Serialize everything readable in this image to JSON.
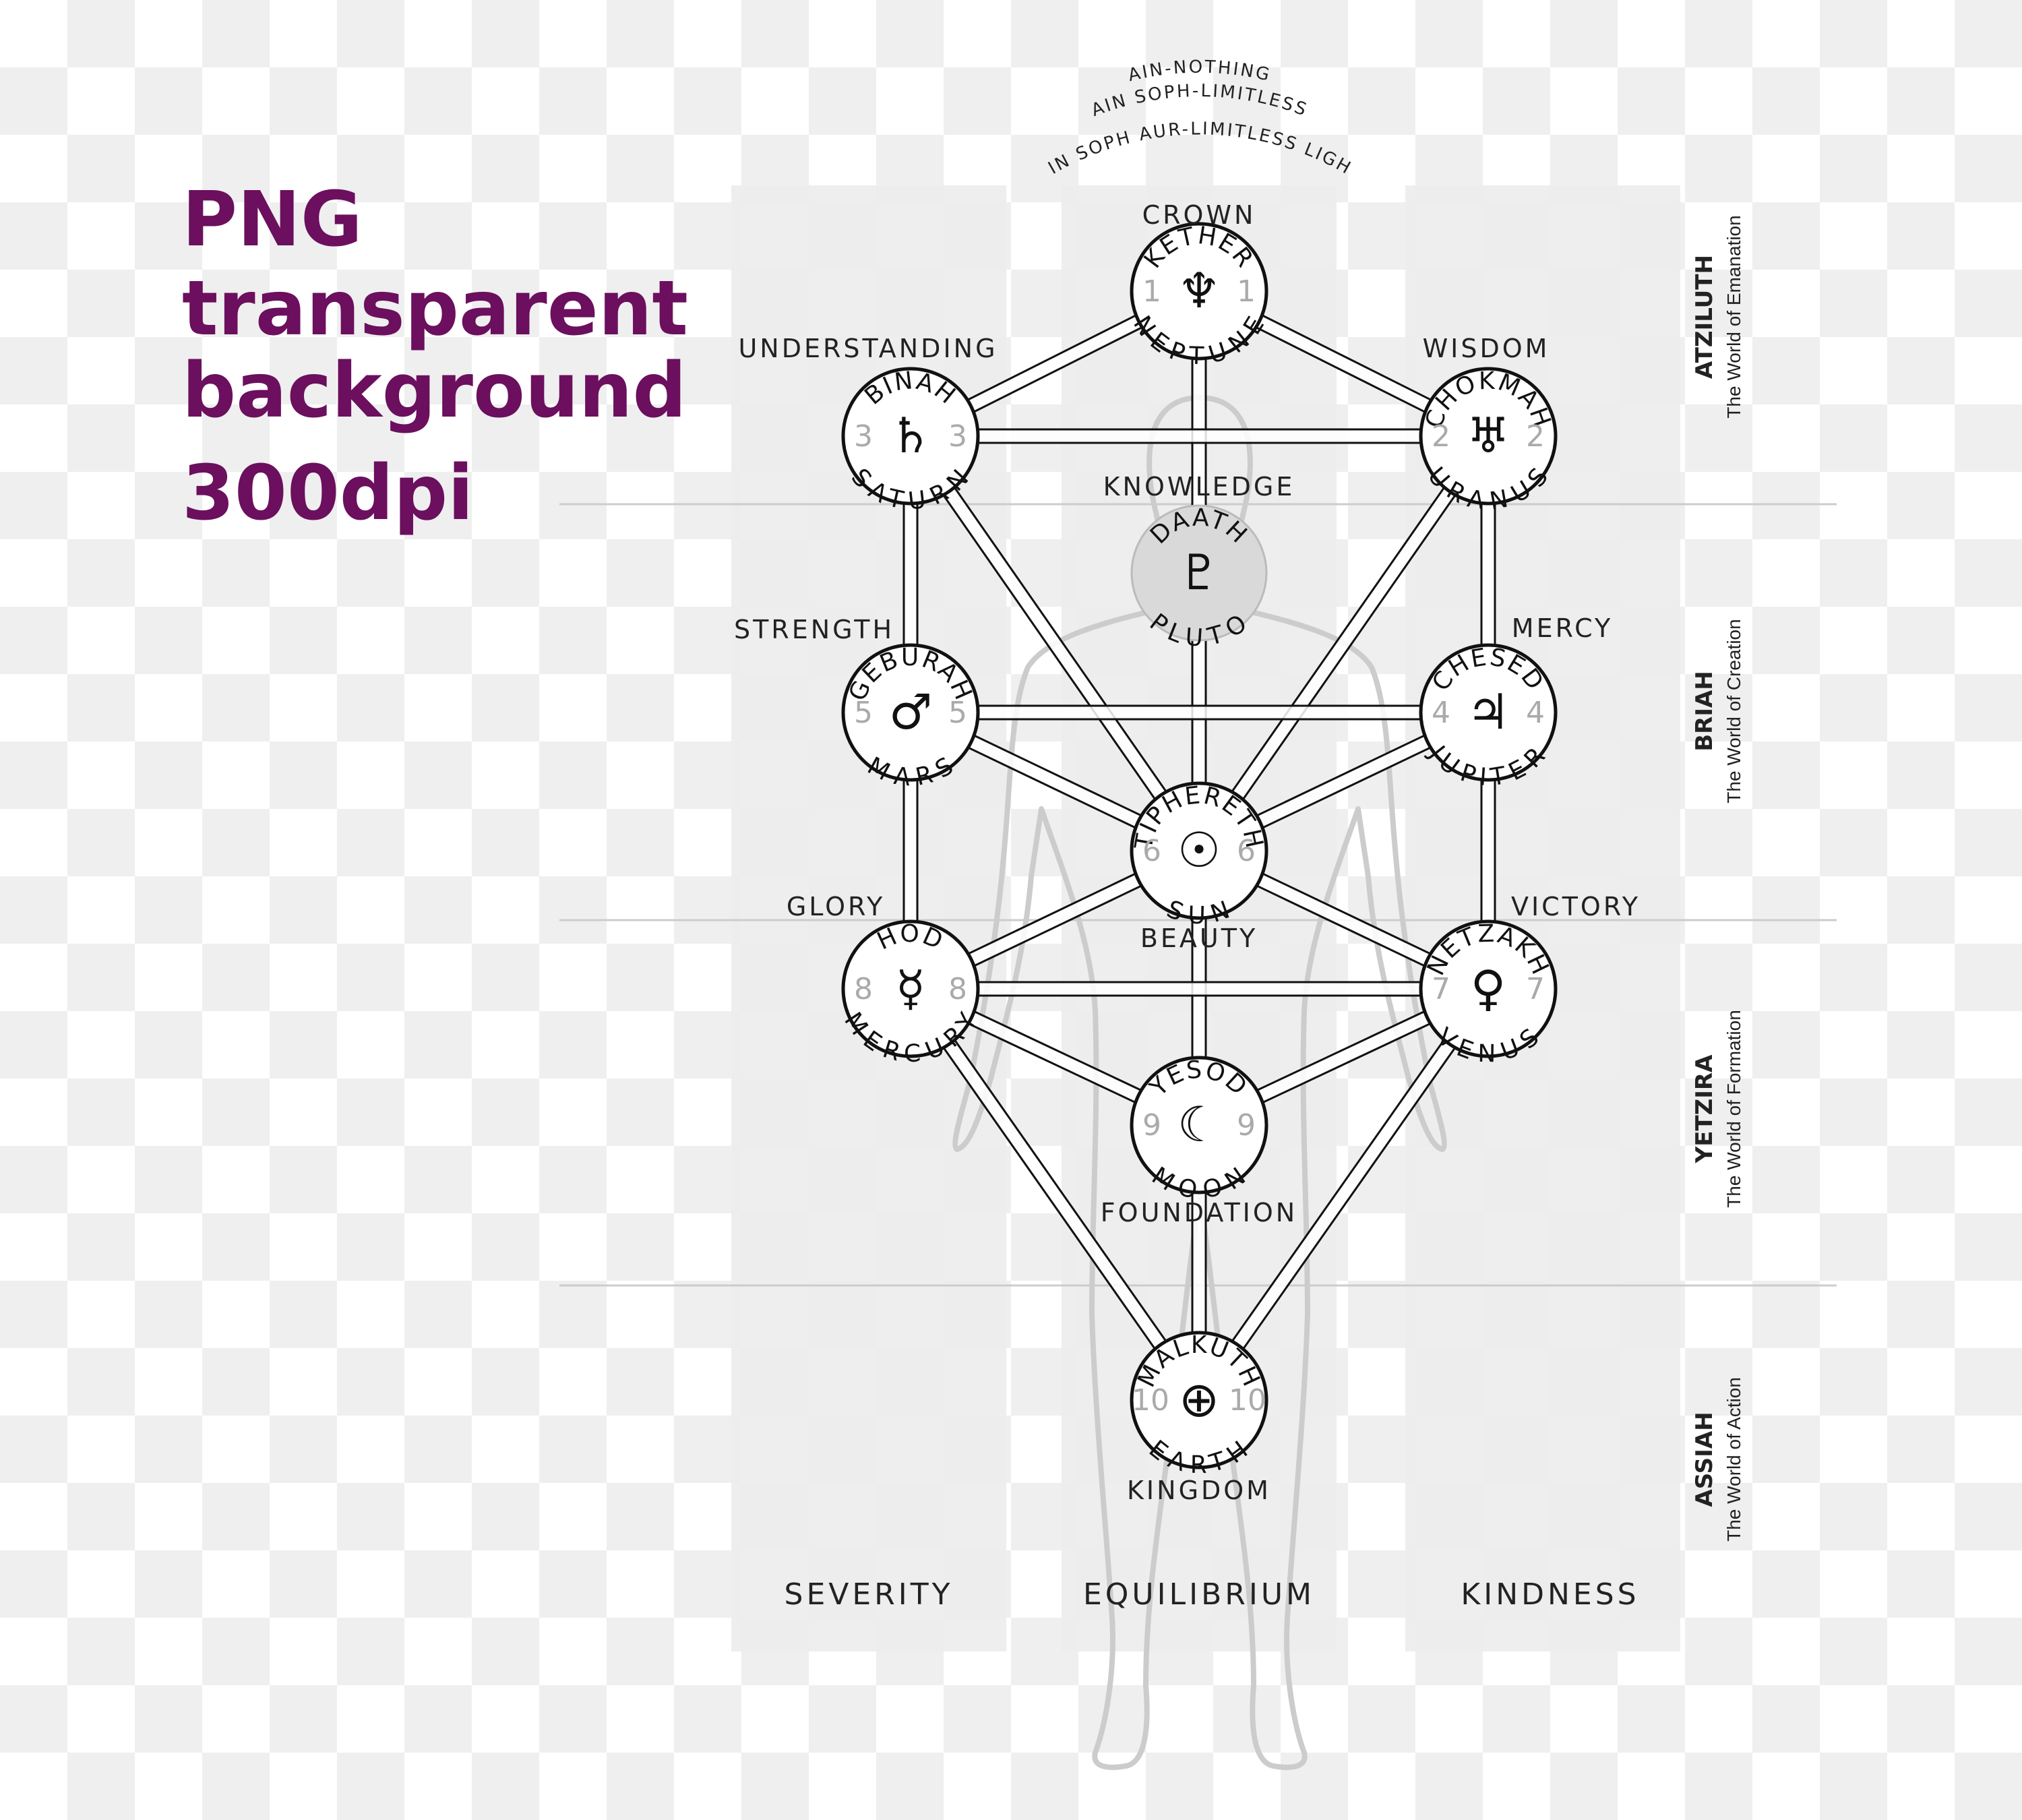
{
  "promo": {
    "line1": "PNG",
    "line2": "transparent",
    "line3": "background",
    "line4": "300dpi"
  },
  "ain": {
    "line1": "AIN-NOTHING",
    "line2": "AIN SOPH-LIMITLESS",
    "line3": "AIN SOPH AUR-LIMITLESS LIGHT"
  },
  "pillars": {
    "left": "SEVERITY",
    "middle": "EQUILIBRIUM",
    "right": "KINDNESS"
  },
  "worlds": [
    {
      "name": "ATZILUTH",
      "subtitle": "The World of Emanation"
    },
    {
      "name": "BRIAH",
      "subtitle": "The World of Creation"
    },
    {
      "name": "YETZIRA",
      "subtitle": "The World of Formation"
    },
    {
      "name": "ASSIAH",
      "subtitle": "The World of Action"
    }
  ],
  "sephirot": [
    {
      "id": "kether",
      "label": "CROWN",
      "name": "KETHER",
      "planet": "NEPTUNE",
      "number": "1",
      "symbol": "♆",
      "shaded": false
    },
    {
      "id": "chokmah",
      "label": "WISDOM",
      "name": "CHOKMAH",
      "planet": "URANUS",
      "number": "2",
      "symbol": "♅",
      "shaded": false
    },
    {
      "id": "binah",
      "label": "UNDERSTANDING",
      "name": "BINAH",
      "planet": "SATURN",
      "number": "3",
      "symbol": "♄",
      "shaded": false
    },
    {
      "id": "daath",
      "label": "KNOWLEDGE",
      "name": "DAATH",
      "planet": "PLUTO",
      "number": "",
      "symbol": "♇",
      "shaded": true
    },
    {
      "id": "chesed",
      "label": "MERCY",
      "name": "CHESED",
      "planet": "JUPITER",
      "number": "4",
      "symbol": "♃",
      "shaded": false
    },
    {
      "id": "geburah",
      "label": "STRENGTH",
      "name": "GEBURAH",
      "planet": "MARS",
      "number": "5",
      "symbol": "♂",
      "shaded": false
    },
    {
      "id": "tiphereth",
      "label": "BEAUTY",
      "name": "TIPHERETH",
      "planet": "SUN",
      "number": "6",
      "symbol": "☉",
      "shaded": false
    },
    {
      "id": "netzakh",
      "label": "VICTORY",
      "name": "NETZAKH",
      "planet": "VENUS",
      "number": "7",
      "symbol": "♀",
      "shaded": false
    },
    {
      "id": "hod",
      "label": "GLORY",
      "name": "HOD",
      "planet": "MERCURY",
      "number": "8",
      "symbol": "☿",
      "shaded": false
    },
    {
      "id": "yesod",
      "label": "FOUNDATION",
      "name": "YESOD",
      "planet": "MOON",
      "number": "9",
      "symbol": "☾",
      "shaded": false
    },
    {
      "id": "malkuth",
      "label": "KINGDOM",
      "name": "MALKUTH",
      "planet": "EARTH",
      "number": "10",
      "symbol": "⊕",
      "shaded": false
    }
  ],
  "paths": [
    [
      "kether",
      "chokmah"
    ],
    [
      "kether",
      "binah"
    ],
    [
      "kether",
      "tiphereth"
    ],
    [
      "chokmah",
      "binah"
    ],
    [
      "chokmah",
      "chesed"
    ],
    [
      "chokmah",
      "tiphereth"
    ],
    [
      "binah",
      "geburah"
    ],
    [
      "binah",
      "tiphereth"
    ],
    [
      "chesed",
      "geburah"
    ],
    [
      "chesed",
      "tiphereth"
    ],
    [
      "chesed",
      "netzakh"
    ],
    [
      "geburah",
      "tiphereth"
    ],
    [
      "geburah",
      "hod"
    ],
    [
      "tiphereth",
      "netzakh"
    ],
    [
      "tiphereth",
      "hod"
    ],
    [
      "tiphereth",
      "yesod"
    ],
    [
      "netzakh",
      "hod"
    ],
    [
      "netzakh",
      "yesod"
    ],
    [
      "netzakh",
      "malkuth"
    ],
    [
      "hod",
      "yesod"
    ],
    [
      "hod",
      "malkuth"
    ],
    [
      "yesod",
      "malkuth"
    ]
  ],
  "colors": {
    "promo": "#6b0f5e",
    "column": "#ececec",
    "stroke": "#111111",
    "shaded_node": "#d9d9d9",
    "figure": "#cfcfcf"
  }
}
